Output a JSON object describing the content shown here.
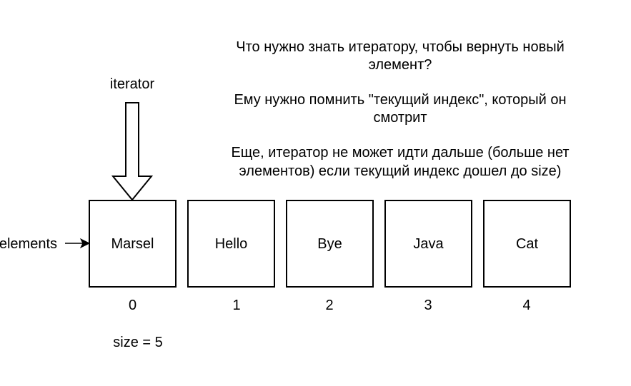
{
  "note": {
    "lines": [
      "Что нужно знать итератору, чтобы вернуть новый",
      "элемент?",
      "",
      "Ему нужно помнить \"текущий индекс\", который он",
      "смотрит",
      "",
      "Еще, итератор не может идти дальше (больше нет",
      "элементов) если текущий индекс дошел до size)"
    ]
  },
  "iterator_label": "iterator",
  "elements_label": "elements",
  "array": {
    "cells": [
      {
        "value": "Marsel",
        "index": "0"
      },
      {
        "value": "Hello",
        "index": "1"
      },
      {
        "value": "Bye",
        "index": "2"
      },
      {
        "value": "Java",
        "index": "3"
      },
      {
        "value": "Cat",
        "index": "4"
      }
    ]
  },
  "size_label": "size = 5"
}
